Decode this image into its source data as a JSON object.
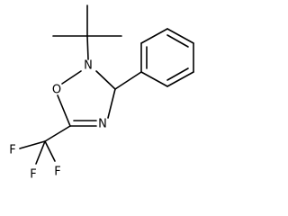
{
  "molecule": {
    "atoms": {
      "n": "N",
      "o": "O",
      "n2": "N",
      "f1": "F",
      "f2": "F",
      "f3": "F"
    }
  }
}
